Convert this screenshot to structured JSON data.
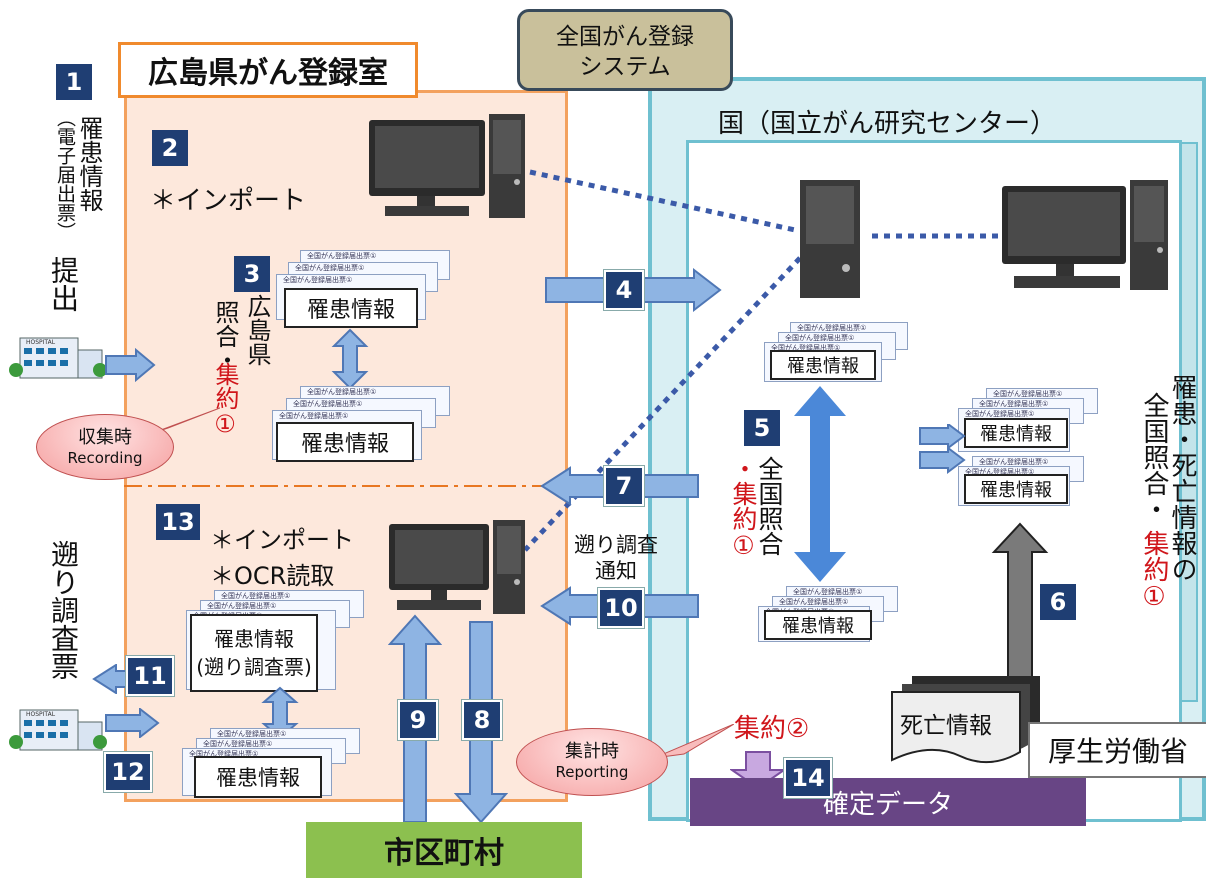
{
  "titles": {
    "hiroshima": "広島県がん登録室",
    "system": "全国がん登録\nシステム",
    "national": "国（国立がん研究センター）",
    "city": "市区町村",
    "final": "確定データ",
    "mhlw": "厚生労働省"
  },
  "steps": {
    "s1": "1",
    "s2": "2",
    "s3": "3",
    "s4": "4",
    "s5": "5",
    "s6": "6",
    "s7": "7",
    "s8": "8",
    "s9": "9",
    "s10": "10",
    "s11": "11",
    "s12": "12",
    "s13": "13",
    "s14": "14"
  },
  "labels": {
    "rikan_joho_vertical": "罹患情報",
    "denshi_todokede": "（電子届出票）",
    "teishutsu": "提出",
    "import": "＊インポート",
    "hiroshima_ken": "広島県",
    "shogo": "照合・",
    "shuyaku1": "集約①",
    "rikan_joho": "罹患情報",
    "zenkoku_shogo": "全国照合",
    "shuyaku_dot": "・集約①",
    "sakanobori_notice": "遡り調査\n通知",
    "import2": "＊インポート",
    "ocr": "＊OCR読取",
    "rikan_sakanobori": "罹患情報\n(遡り調査票)",
    "sakanobori_chosahyo": "遡り調査票",
    "rikan_shibo_a": "罹患・死亡情報の",
    "rikan_shibo_b": "全国照合・",
    "shibo_joho": "死亡情報",
    "shuyaku2": "集約②",
    "sheet_header": "全国がん登録届出票①"
  },
  "bubbles": {
    "collect": {
      "jp": "収集時",
      "en": "Recording"
    },
    "report": {
      "jp": "集計時",
      "en": "Reporting"
    }
  },
  "icons": {
    "hospital": "hospital-icon",
    "computer": "desktop-computer-icon",
    "tower": "server-tower-icon"
  },
  "colors": {
    "accent_red": "#d0161b",
    "navy": "#1f3e73",
    "orange": "#f08a2d",
    "teal": "#6fc0d0",
    "green": "#8cc04f",
    "purple": "#684585"
  }
}
